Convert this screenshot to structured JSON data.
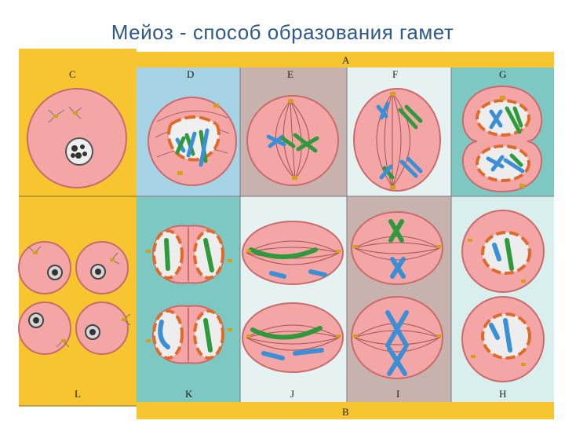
{
  "title": "Мейоз - способ образования гамет",
  "panel_labels": {
    "A": "A",
    "B": "B",
    "C": "C",
    "D": "D",
    "E": "E",
    "F": "F",
    "G": "G",
    "H": "H",
    "I": "I",
    "J": "J",
    "K": "K",
    "L": "L"
  },
  "colors": {
    "yellow": "#f6c530",
    "cell": "#f4a6a6",
    "cell_outline": "#c96b6b",
    "chrom_green": "#2f9a3c",
    "chrom_blue": "#3a8fd6",
    "envelope": "#e06a2a",
    "panel_blue": "#a7d3e6",
    "panel_taupe": "#c8b2ad",
    "panel_pale": "#e6f2f2",
    "panel_teal": "#7ec8c4",
    "panel_pale_teal": "#d8efee"
  }
}
